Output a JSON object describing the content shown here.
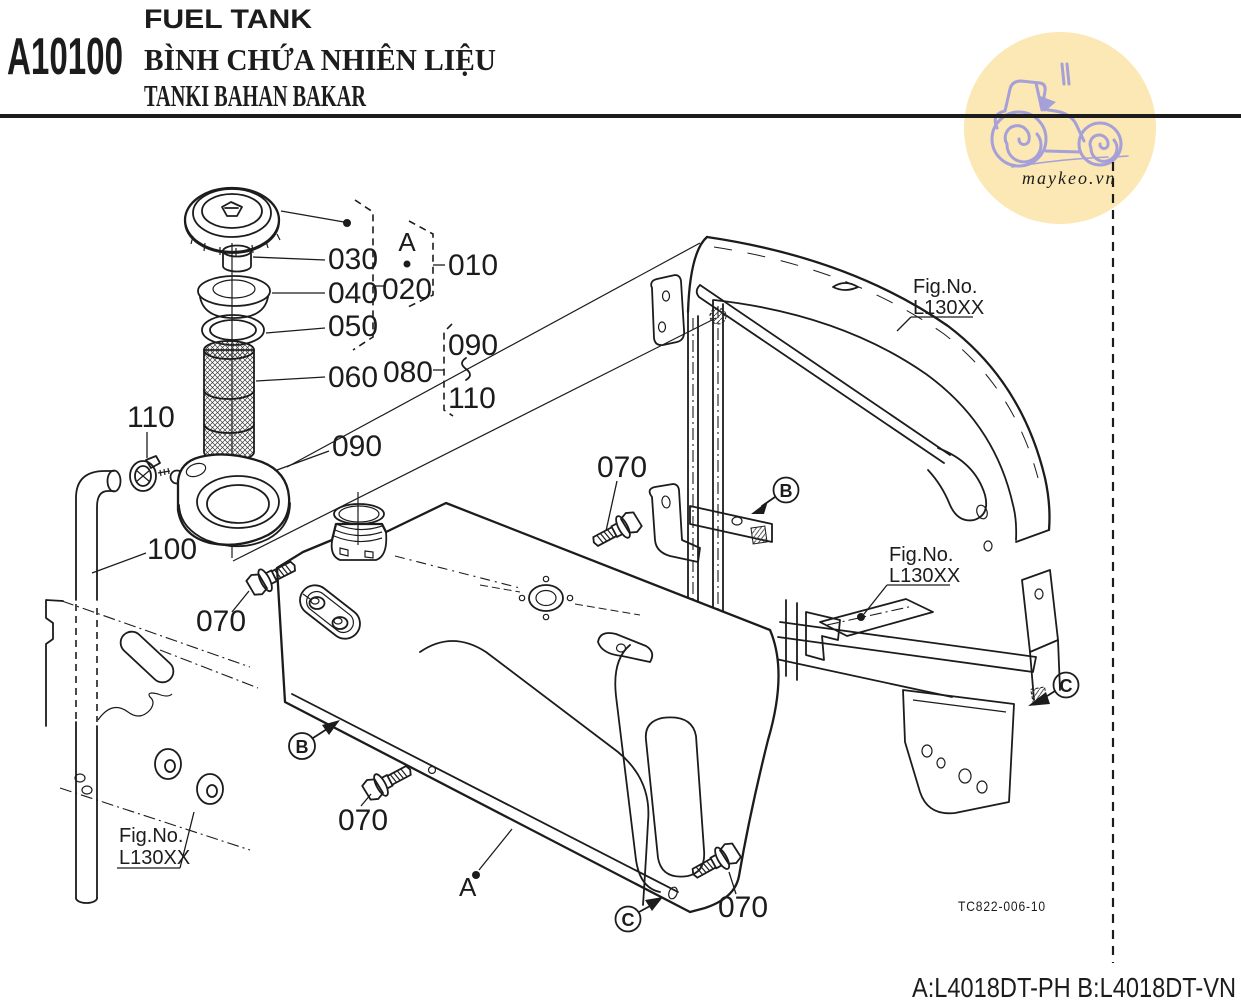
{
  "header": {
    "code": "A10100",
    "title_en": "FUEL TANK",
    "title_vi": "BÌNH CHỨA NHIÊN LIỆU",
    "title_id": "TANKI BAHAN BAKAR"
  },
  "watermark": {
    "site": "maykeo.vn"
  },
  "callouts": {
    "c010": "010",
    "c020": "020",
    "c030": "030",
    "c040": "040",
    "c050": "050",
    "c060": "060",
    "c070": "070",
    "c080": "080",
    "c090": "090",
    "c100": "100",
    "c110": "110",
    "range_start": "090",
    "range_end": "110"
  },
  "refs": {
    "a": "A",
    "b": "B",
    "c": "C"
  },
  "fig_ref": {
    "label": "Fig.No.",
    "number": "L130XX"
  },
  "drawing_code": "TC822-006-10",
  "footer": {
    "models": "A:L4018DT-PH B:L4018DT-VN"
  },
  "colors": {
    "ink": "#1c1c1c",
    "watermark_bg": "#fce8b5",
    "watermark_ink": "#a5a0d8"
  }
}
